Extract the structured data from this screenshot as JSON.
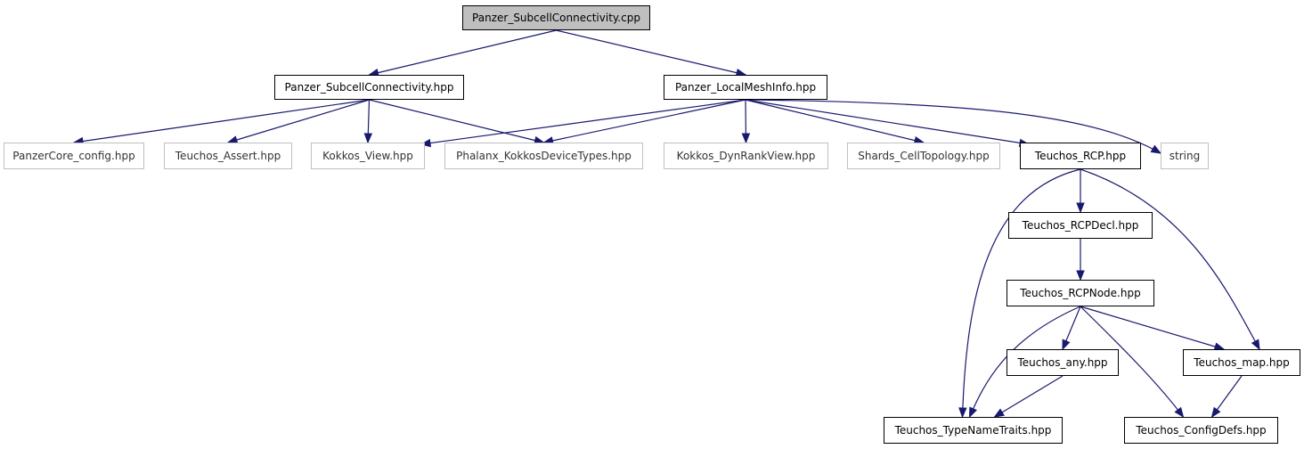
{
  "colors": {
    "edge": "#191970",
    "node_border": "#000000",
    "external_border": "#bfbfbf",
    "root_fill": "#bfbfbf"
  },
  "nodes": {
    "root": "Panzer_SubcellConnectivity.cpp",
    "subcell_hpp": "Panzer_SubcellConnectivity.hpp",
    "localmesh": "Panzer_LocalMeshInfo.hpp",
    "panzercore": "PanzerCore_config.hpp",
    "assert": "Teuchos_Assert.hpp",
    "kview": "Kokkos_View.hpp",
    "phalanx": "Phalanx_KokkosDeviceTypes.hpp",
    "dynrank": "Kokkos_DynRankView.hpp",
    "shards": "Shards_CellTopology.hpp",
    "rcp": "Teuchos_RCP.hpp",
    "string": "string",
    "rcpdecl": "Teuchos_RCPDecl.hpp",
    "rcpnode": "Teuchos_RCPNode.hpp",
    "any": "Teuchos_any.hpp",
    "map": "Teuchos_map.hpp",
    "typename": "Teuchos_TypeNameTraits.hpp",
    "configdefs": "Teuchos_ConfigDefs.hpp"
  },
  "edges": [
    [
      "root",
      "subcell_hpp"
    ],
    [
      "root",
      "localmesh"
    ],
    [
      "subcell_hpp",
      "panzercore"
    ],
    [
      "subcell_hpp",
      "assert"
    ],
    [
      "subcell_hpp",
      "kview"
    ],
    [
      "subcell_hpp",
      "phalanx"
    ],
    [
      "localmesh",
      "kview"
    ],
    [
      "localmesh",
      "phalanx"
    ],
    [
      "localmesh",
      "dynrank"
    ],
    [
      "localmesh",
      "shards"
    ],
    [
      "localmesh",
      "rcp"
    ],
    [
      "localmesh",
      "string"
    ],
    [
      "rcp",
      "rcpdecl"
    ],
    [
      "rcp",
      "typename"
    ],
    [
      "rcp",
      "map"
    ],
    [
      "rcpdecl",
      "rcpnode"
    ],
    [
      "rcpnode",
      "any"
    ],
    [
      "rcpnode",
      "typename"
    ],
    [
      "rcpnode",
      "map"
    ],
    [
      "rcpnode",
      "configdefs"
    ],
    [
      "any",
      "typename"
    ],
    [
      "map",
      "configdefs"
    ]
  ]
}
